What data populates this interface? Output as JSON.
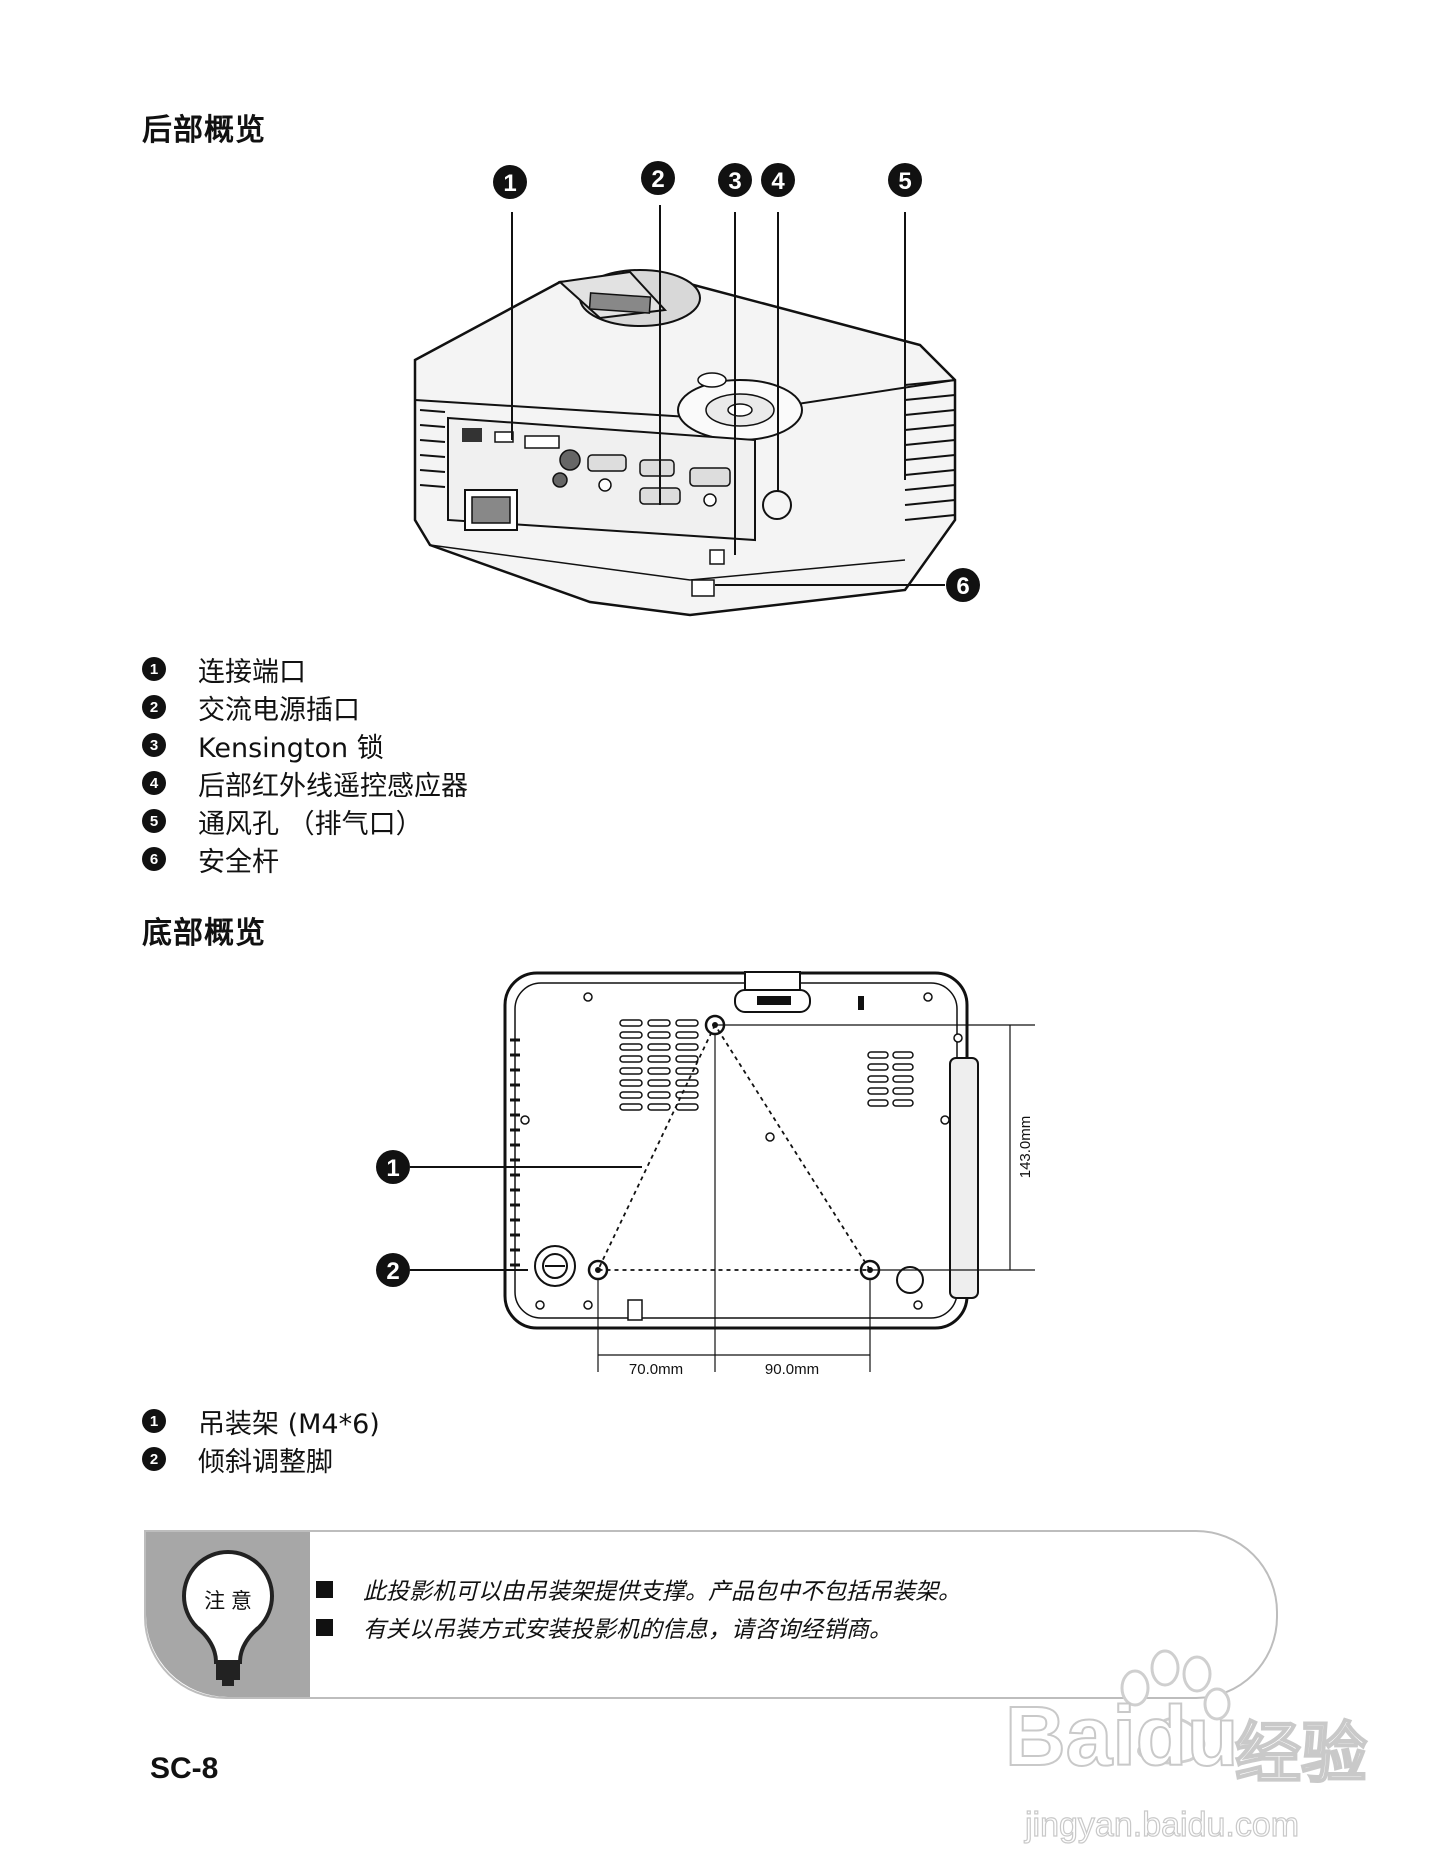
{
  "rear": {
    "heading": "后部概览",
    "callouts": [
      "1",
      "2",
      "3",
      "4",
      "5",
      "6"
    ],
    "legend": [
      {
        "num": "1",
        "text": "连接端口"
      },
      {
        "num": "2",
        "text": "交流电源插口"
      },
      {
        "num": "3",
        "text": "Kensington 锁"
      },
      {
        "num": "4",
        "text": "后部红外线遥控感应器"
      },
      {
        "num": "5",
        "text": "通风孔 （排气口）"
      },
      {
        "num": "6",
        "text": "安全杆"
      }
    ]
  },
  "bottom": {
    "heading": "底部概览",
    "callouts": [
      "1",
      "2"
    ],
    "dimensions": {
      "height": "143.0mm",
      "left": "70.0mm",
      "right": "90.0mm"
    },
    "legend": [
      {
        "num": "1",
        "text": "吊装架 (M4*6)"
      },
      {
        "num": "2",
        "text": "倾斜调整脚"
      }
    ]
  },
  "note": {
    "label": "注 意",
    "items": [
      "此投影机可以由吊装架提供支撑。产品包中不包括吊装架。",
      "有关以吊装方式安装投影机的信息，请咨询经销商。"
    ]
  },
  "page_number": "SC-8",
  "watermark": {
    "brand": "Baidu",
    "suffix": "经验",
    "url": "jingyan.baidu.com"
  }
}
